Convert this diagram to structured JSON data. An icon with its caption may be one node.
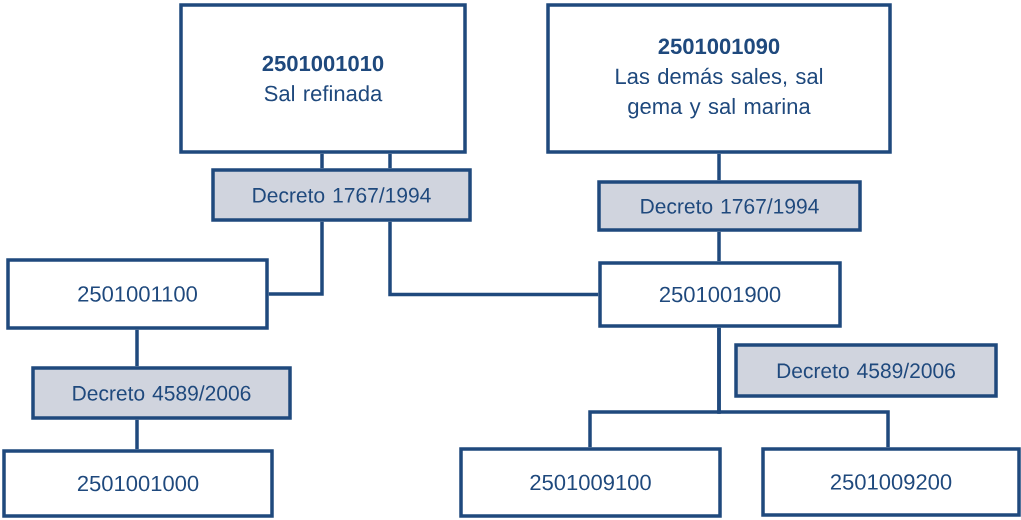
{
  "diagram": {
    "nodes": [
      {
        "text": [
          "2501001010",
          "Sal refinada"
        ]
      },
      {
        "text": [
          "2501001090",
          "Las demás sales, sal gema y sal marina"
        ]
      },
      {
        "text": [
          "Decreto 1767/1994"
        ]
      },
      {
        "text": [
          "Decreto 1767/1994"
        ]
      },
      {
        "text": [
          "2501001100"
        ]
      },
      {
        "text": [
          "2501001900"
        ]
      },
      {
        "text": [
          "Decreto 4589/2006"
        ]
      },
      {
        "text": [
          "Decreto 4589/2006"
        ]
      },
      {
        "text": [
          "2501001000"
        ]
      },
      {
        "text": [
          "2501009100"
        ]
      },
      {
        "text": [
          "2501009200"
        ]
      }
    ],
    "edges": [
      {
        "from": 0,
        "to": 2,
        "arrow": "none"
      },
      {
        "from": 0,
        "to": 2,
        "arrow": "none"
      },
      {
        "from": 2,
        "to": 4,
        "arrow": "none"
      },
      {
        "from": 2,
        "to": 5,
        "arrow": "none"
      },
      {
        "from": 1,
        "to": 3,
        "arrow": "none"
      },
      {
        "from": 3,
        "to": 5,
        "arrow": "none"
      },
      {
        "from": 4,
        "to": 6,
        "arrow": "none"
      },
      {
        "from": 6,
        "to": 8,
        "arrow": "none"
      },
      {
        "from": 5,
        "to": 9,
        "arrow": "none"
      },
      {
        "from": 5,
        "to": 10,
        "arrow": "none"
      }
    ]
  }
}
